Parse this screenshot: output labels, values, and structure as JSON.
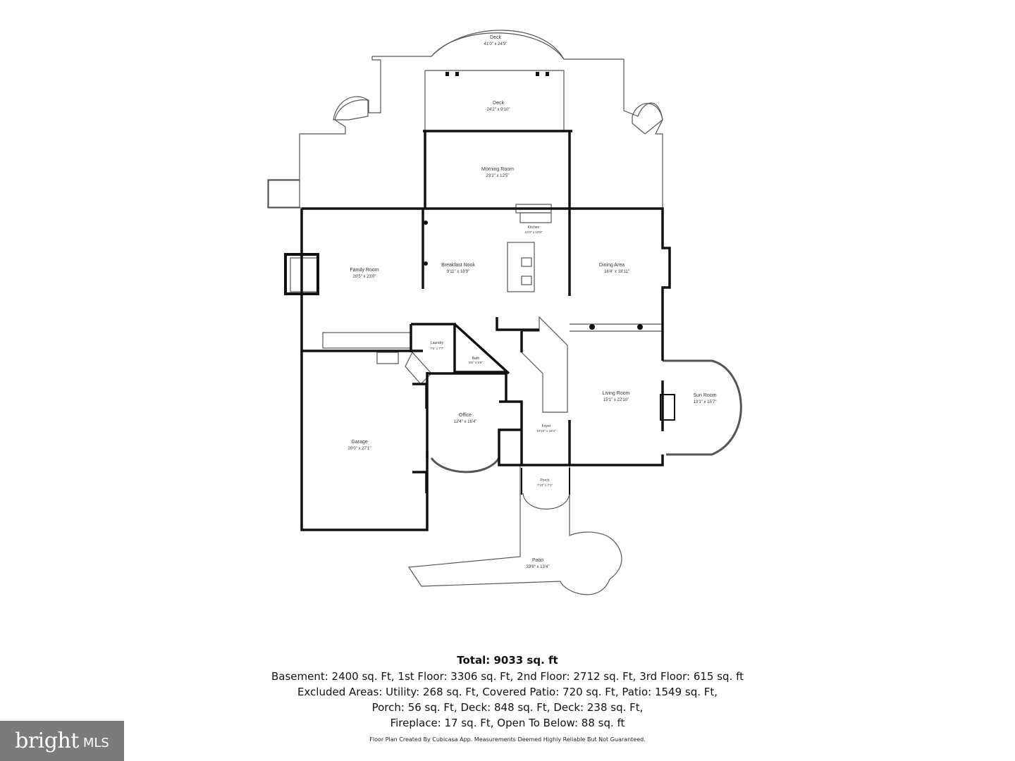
{
  "rooms": [
    {
      "name": "Deck",
      "dims": "41'0\" x 24'9\""
    },
    {
      "name": "Deck",
      "dims": "24'2\" x 9'10\""
    },
    {
      "name": "Morning Room",
      "dims": "23'2\" x 12'5\""
    },
    {
      "name": "Kitchen",
      "dims": "13'3\" x 10'8\""
    },
    {
      "name": "Family Room",
      "dims": "20'5\" x 23'0\""
    },
    {
      "name": "Breakfast Nook",
      "dims": "9'11\" x 18'9\""
    },
    {
      "name": "Dining Area",
      "dims": "16'4\" x 18'11\""
    },
    {
      "name": "Laundry",
      "dims": "7'5\" x 7'7\""
    },
    {
      "name": "Bath",
      "dims": "8'5\" x 5'6\""
    },
    {
      "name": "Living Room",
      "dims": "15'1\" x 22'10\""
    },
    {
      "name": "Sun Room",
      "dims": "13'1\" x 15'7\""
    },
    {
      "name": "Office",
      "dims": "12'4\" x 16'4\""
    },
    {
      "name": "Foyer",
      "dims": "10'10\" x 18'4\""
    },
    {
      "name": "Garage",
      "dims": "20'0\" x 27'1\""
    },
    {
      "name": "Porch",
      "dims": "7'10\" x 7'1\""
    },
    {
      "name": "Patio",
      "dims": "33'6\" x 13'4\""
    }
  ],
  "summary": {
    "total": "Total: 9033 sq. ft",
    "lines": [
      "Basement: 2400 sq. Ft, 1st Floor: 3306 sq. Ft, 2nd Floor: 2712 sq. Ft, 3rd Floor: 615 sq. ft",
      "Excluded Areas: Utility: 268 sq. Ft, Covered Patio: 720 sq. Ft, Patio: 1549 sq. Ft,",
      "Porch: 56 sq. Ft, Deck: 848 sq. Ft, Deck: 238 sq. Ft,",
      "Fireplace: 17 sq. Ft, Open To Below: 88 sq. ft"
    ]
  },
  "disclaimer": "Floor Plan Created By Cubicasa App. Measurements Deemed Highly Reliable But Not Guaranteed.",
  "logo": {
    "word": "bright",
    "suffix": "MLS"
  },
  "colors": {
    "wall": "#111111",
    "thin_line": "#555555",
    "logo_bg": "#7b7b7b"
  }
}
